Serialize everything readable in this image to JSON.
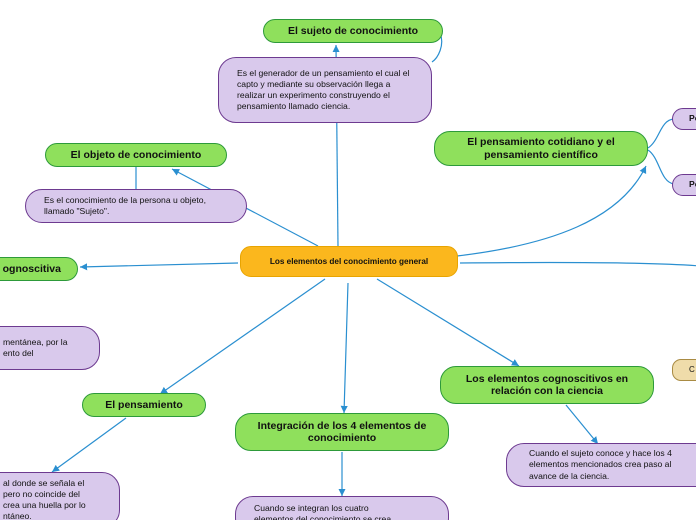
{
  "nodes": {
    "central": "Los elementos del conocimiento general",
    "sujeto": "El sujeto de conocimiento",
    "sujeto_desc": "Es el generador de un pensamiento el cual el capto y mediante su observación llega a realizar un experimento construyendo el pensamiento llamado ciencia.",
    "objeto": "El objeto de conocimiento",
    "objeto_desc": "Es el conocimiento de la persona u objeto, llamado \"Sujeto\".",
    "pensamiento_cotidiano": "El pensamiento cotidiano y el pensamiento científico",
    "pe_top": "Pe",
    "pe_bottom": "Pe",
    "cognoscitiva": "ognoscitiva",
    "cognoscitiva_desc": "mentánea, por la\nento del",
    "pensamiento": "El pensamiento",
    "pensamiento_desc": "al donde se señala el\npero no coincide del\n crea una huella por lo\nntáneo.",
    "integracion": "Integración de los 4 elementos de conocimiento",
    "integracion_desc": "Cuando se integran los cuatro\nelementos del conocimiento se crea",
    "elementos_ciencia": "Los elementos cognoscitivos en relación con la ciencia",
    "elementos_ciencia_desc": "Cuando el sujeto conoce y hace los 4\nelementos mencionados crea paso al\navance de la ciencia.",
    "tan_label": "C"
  },
  "colors": {
    "central_fill": "#fbb71d",
    "topic_fill": "#8fe05c",
    "topic_border": "#2d9a3a",
    "note_fill": "#d9c9ec",
    "note_border": "#6d3a90",
    "connector": "#2a8fd0"
  }
}
